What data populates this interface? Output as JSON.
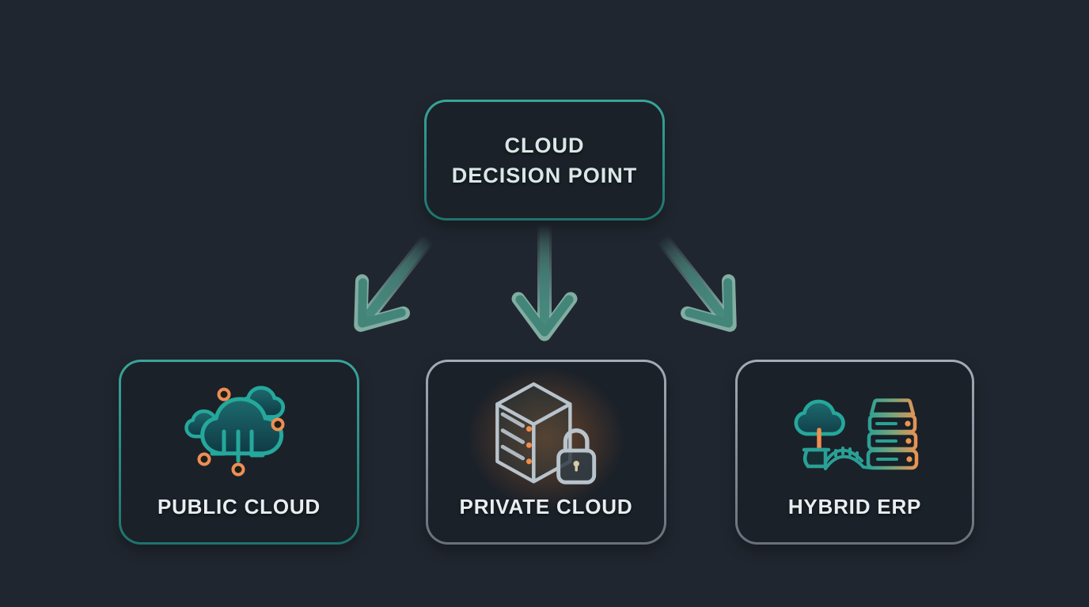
{
  "diagram": {
    "root": {
      "title_line1": "CLOUD",
      "title_line2": "DECISION POINT"
    },
    "options": [
      {
        "id": "public-cloud",
        "label": "PUBLIC CLOUD",
        "icon": "cloud-network-icon",
        "border_style": "teal"
      },
      {
        "id": "private-cloud",
        "label": "PRIVATE CLOUD",
        "icon": "server-lock-icon",
        "border_style": "gray"
      },
      {
        "id": "hybrid-erp",
        "label": "HYBRID ERP",
        "icon": "cloud-bridge-server-icon",
        "border_style": "gray"
      }
    ],
    "colors": {
      "background": "#20262f",
      "node_fill": "#1b2129",
      "teal_border": "#2f968d",
      "gray_border": "#8d97a1",
      "arrow_fill": "#44857a",
      "arrow_edge": "#8ab8ad",
      "accent_orange": "#ef8e55",
      "title_text": "#d9e8e6",
      "label_text": "#e8eef0"
    },
    "arrow_count": 3
  }
}
